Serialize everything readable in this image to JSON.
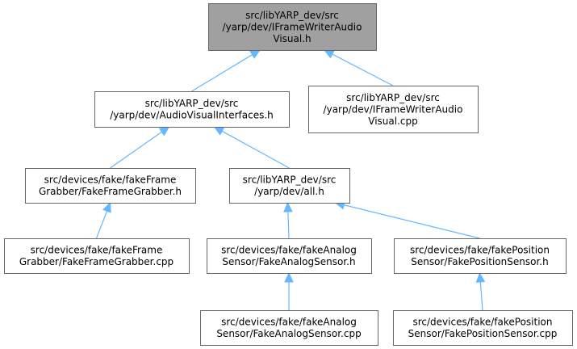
{
  "nodes": [
    {
      "id": "ifw_h",
      "focus": true,
      "lines": [
        "src/libYARP_dev/src",
        "/yarp/dev/IFrameWriterAudio",
        "Visual.h"
      ]
    },
    {
      "id": "avi_h",
      "focus": false,
      "lines": [
        "src/libYARP_dev/src",
        "/yarp/dev/AudioVisualInterfaces.h"
      ]
    },
    {
      "id": "ifw_cpp",
      "focus": false,
      "lines": [
        "src/libYARP_dev/src",
        "/yarp/dev/IFrameWriterAudio",
        "Visual.cpp"
      ]
    },
    {
      "id": "ffg_h",
      "focus": false,
      "lines": [
        "src/devices/fake/fakeFrame",
        "Grabber/FakeFrameGrabber.h"
      ]
    },
    {
      "id": "all_h",
      "focus": false,
      "lines": [
        "src/libYARP_dev/src",
        "/yarp/dev/all.h"
      ]
    },
    {
      "id": "ffg_cpp",
      "focus": false,
      "lines": [
        "src/devices/fake/fakeFrame",
        "Grabber/FakeFrameGrabber.cpp"
      ]
    },
    {
      "id": "fas_h",
      "focus": false,
      "lines": [
        "src/devices/fake/fakeAnalog",
        "Sensor/FakeAnalogSensor.h"
      ]
    },
    {
      "id": "fps_h",
      "focus": false,
      "lines": [
        "src/devices/fake/fakePosition",
        "Sensor/FakePositionSensor.h"
      ]
    },
    {
      "id": "fas_cpp",
      "focus": false,
      "lines": [
        "src/devices/fake/fakeAnalog",
        "Sensor/FakeAnalogSensor.cpp"
      ]
    },
    {
      "id": "fps_cpp",
      "focus": false,
      "lines": [
        "src/devices/fake/fakePosition",
        "Sensor/FakePositionSensor.cpp"
      ]
    }
  ],
  "edges": [
    {
      "from": "avi_h",
      "to": "ifw_h"
    },
    {
      "from": "ifw_cpp",
      "to": "ifw_h"
    },
    {
      "from": "ffg_h",
      "to": "avi_h"
    },
    {
      "from": "all_h",
      "to": "avi_h"
    },
    {
      "from": "ffg_cpp",
      "to": "ffg_h"
    },
    {
      "from": "fas_h",
      "to": "all_h"
    },
    {
      "from": "fps_h",
      "to": "all_h"
    },
    {
      "from": "fas_cpp",
      "to": "fas_h"
    },
    {
      "from": "fps_cpp",
      "to": "fps_h"
    }
  ],
  "colors": {
    "edge": "#63b8ff",
    "focus_fill": "#a0a0a0",
    "border": "#666666"
  }
}
